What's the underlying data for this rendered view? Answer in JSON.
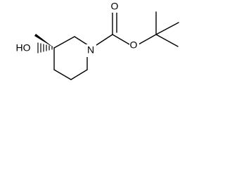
{
  "molecule": {
    "atoms": {
      "ho": "HO",
      "n": "N",
      "o_carbonyl": "O",
      "o_ester": "O"
    }
  }
}
